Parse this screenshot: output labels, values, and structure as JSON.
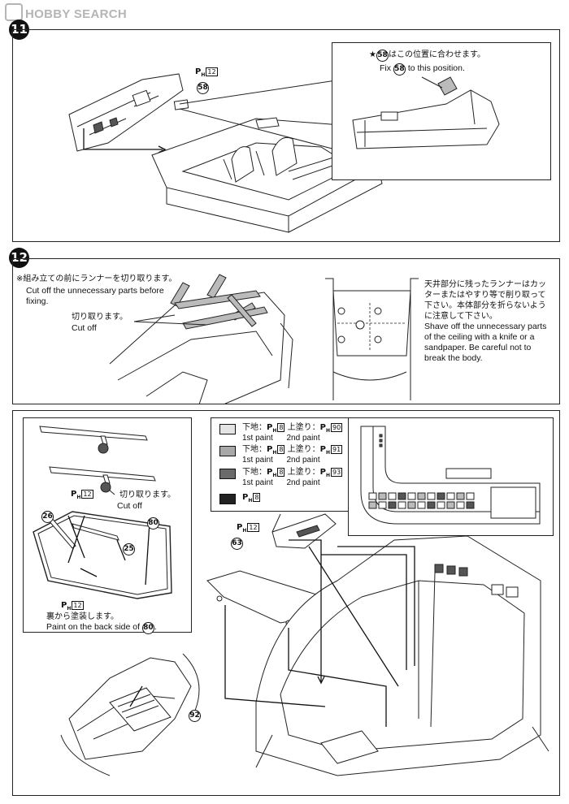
{
  "watermark": "HOBBY SEARCH",
  "step11": {
    "number": "11",
    "part_ref_left": {
      "paint_code": "12",
      "part": "58"
    },
    "callout": {
      "jp_part": "58",
      "jp_text": "はこの位置に合わせます。",
      "en_prefix": "Fix",
      "en_part": "58",
      "en_suffix": "to this position."
    }
  },
  "step12": {
    "number": "12",
    "top_left_jp": "※組み立ての前にランナーを切り取ります。",
    "top_left_en": "Cut off the unnecessary parts before fixing.",
    "cut_jp": "切り取ります。",
    "cut_en": "Cut off",
    "ceiling_jp": "天井部分に残ったランナーはカッターまたはやすり等で削り取って下さい。本体部分を折らないように注意して下さい。",
    "ceiling_en": "Shave off the unnecessary parts of the ceiling with a knife or a sandpaper. Be careful not to break the body."
  },
  "lower_left": {
    "cut_jp": "切り取ります。",
    "cut_en": "Cut off",
    "ph_top": "12",
    "parts": {
      "a": "26",
      "b": "80",
      "c": "25"
    },
    "ph_bottom": "12",
    "paint_jp": "裏から塗装します。",
    "paint_en_prefix": "Paint on the back side of",
    "paint_en_part": "80"
  },
  "legend": [
    {
      "color": "#e4e4e4",
      "jp_base": "下地：",
      "base_code": "8",
      "jp_top": "上塗り：",
      "top_code": "90",
      "en_first": "1st paint",
      "en_second": "2nd paint"
    },
    {
      "color": "#a8a8a8",
      "jp_base": "下地：",
      "base_code": "8",
      "jp_top": "上塗り：",
      "top_code": "91",
      "en_first": "1st paint",
      "en_second": "2nd paint"
    },
    {
      "color": "#6a6a6a",
      "jp_base": "下地：",
      "base_code": "8",
      "jp_top": "上塗り：",
      "top_code": "93",
      "en_first": "1st paint",
      "en_second": "2nd paint"
    },
    {
      "color": "#222222",
      "base_code": "8"
    }
  ],
  "lower_right": {
    "ph_code": "12",
    "part": "63",
    "part_92": "92"
  }
}
